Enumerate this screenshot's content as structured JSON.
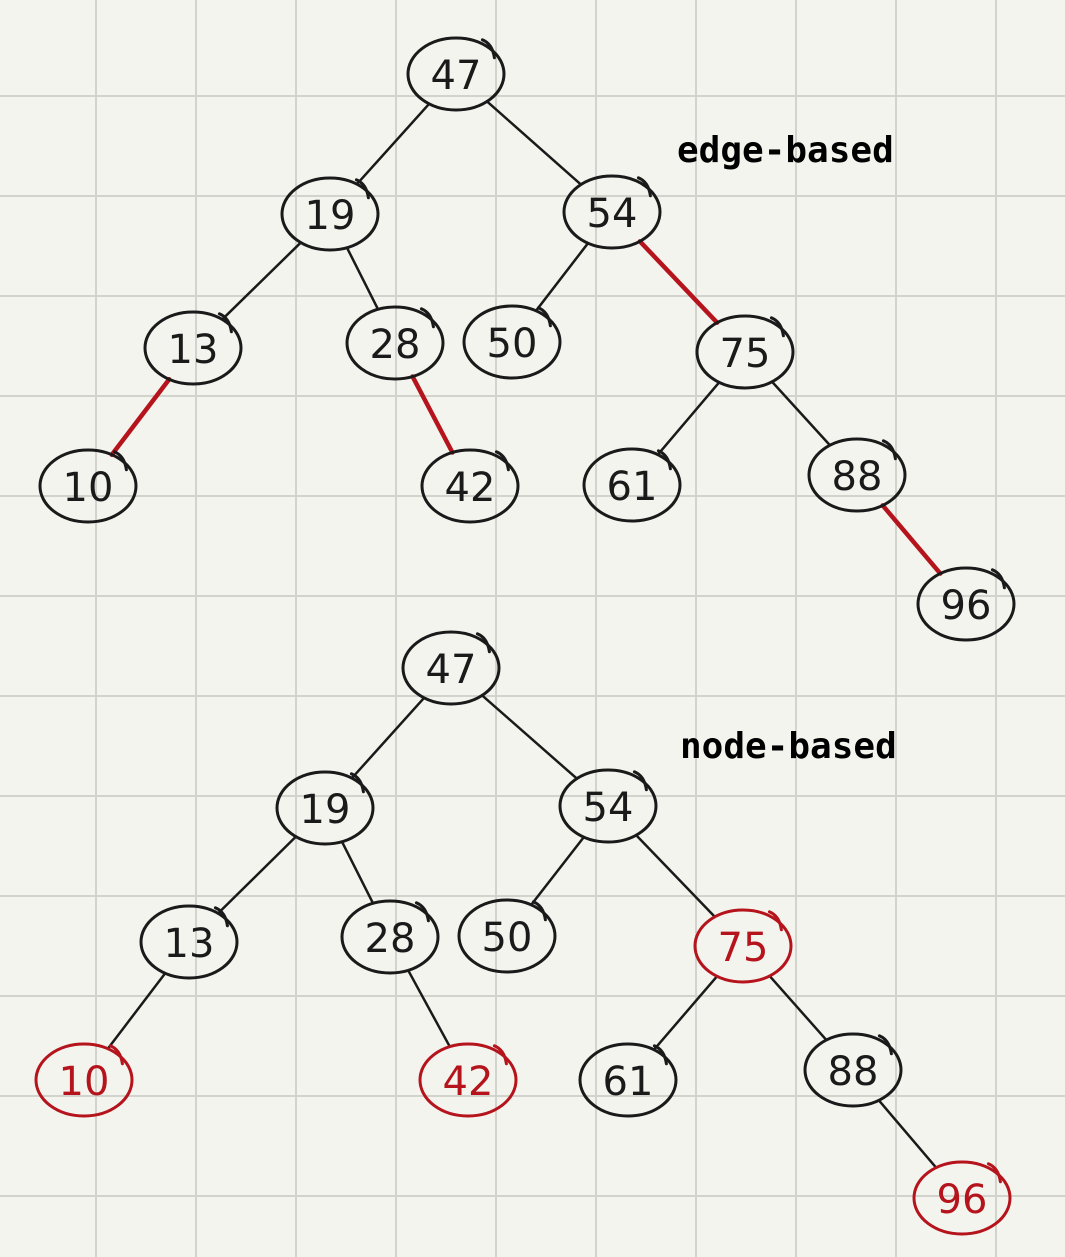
{
  "diagram_data": {
    "trees": [
      {
        "id": "edge-tree",
        "label": "edge-based",
        "highlight_mode": "edges",
        "nodes": [
          "47",
          "19",
          "54",
          "13",
          "28",
          "50",
          "75",
          "10",
          "42",
          "61",
          "88",
          "96"
        ],
        "edges": [
          {
            "from": "47",
            "to": "19",
            "highlight": false
          },
          {
            "from": "47",
            "to": "54",
            "highlight": false
          },
          {
            "from": "19",
            "to": "13",
            "highlight": false
          },
          {
            "from": "19",
            "to": "28",
            "highlight": false
          },
          {
            "from": "54",
            "to": "50",
            "highlight": false
          },
          {
            "from": "54",
            "to": "75",
            "highlight": true
          },
          {
            "from": "13",
            "to": "10",
            "highlight": true
          },
          {
            "from": "28",
            "to": "42",
            "highlight": true
          },
          {
            "from": "75",
            "to": "61",
            "highlight": false
          },
          {
            "from": "75",
            "to": "88",
            "highlight": false
          },
          {
            "from": "88",
            "to": "96",
            "highlight": true
          }
        ],
        "highlighted_nodes": []
      },
      {
        "id": "node-tree",
        "label": "node-based",
        "highlight_mode": "nodes",
        "nodes": [
          "47",
          "19",
          "54",
          "13",
          "28",
          "50",
          "75",
          "10",
          "42",
          "61",
          "88",
          "96"
        ],
        "edges": [
          {
            "from": "47",
            "to": "19",
            "highlight": false
          },
          {
            "from": "47",
            "to": "54",
            "highlight": false
          },
          {
            "from": "19",
            "to": "13",
            "highlight": false
          },
          {
            "from": "19",
            "to": "28",
            "highlight": false
          },
          {
            "from": "54",
            "to": "50",
            "highlight": false
          },
          {
            "from": "54",
            "to": "75",
            "highlight": false
          },
          {
            "from": "13",
            "to": "10",
            "highlight": false
          },
          {
            "from": "28",
            "to": "42",
            "highlight": false
          },
          {
            "from": "75",
            "to": "61",
            "highlight": false
          },
          {
            "from": "75",
            "to": "88",
            "highlight": false
          },
          {
            "from": "88",
            "to": "96",
            "highlight": false
          }
        ],
        "highlighted_nodes": [
          "10",
          "42",
          "75",
          "96"
        ]
      }
    ],
    "colors": {
      "ink": "#1a1a1a",
      "highlight": "#b5141c"
    }
  }
}
